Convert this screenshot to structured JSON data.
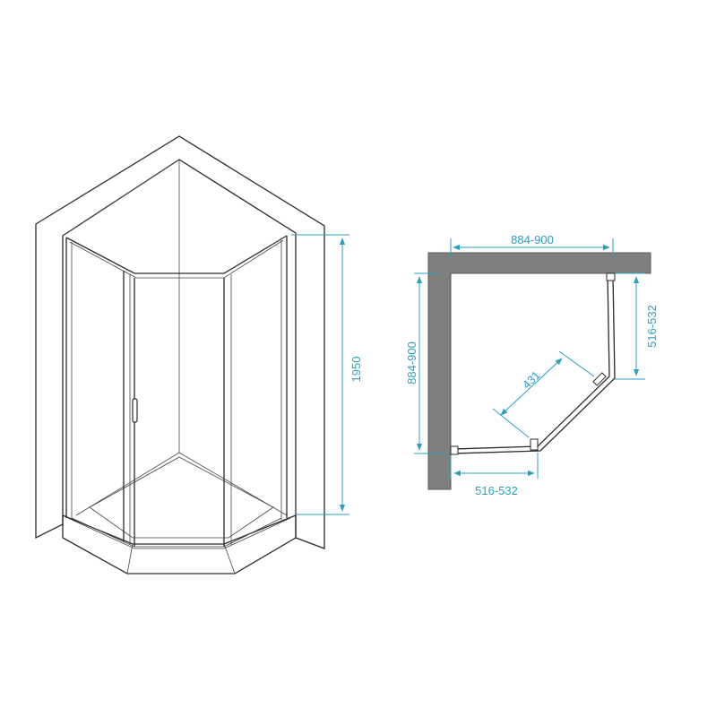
{
  "dimensions": {
    "height": "1950",
    "width_top": "884-900",
    "depth_left": "884-900",
    "side_right": "516-532",
    "side_bottom": "516-532",
    "door": "431"
  },
  "colors": {
    "dimension": "#2a9fbf",
    "wall_plan": "#7f7f7f",
    "outline": "#2b2b2b"
  }
}
